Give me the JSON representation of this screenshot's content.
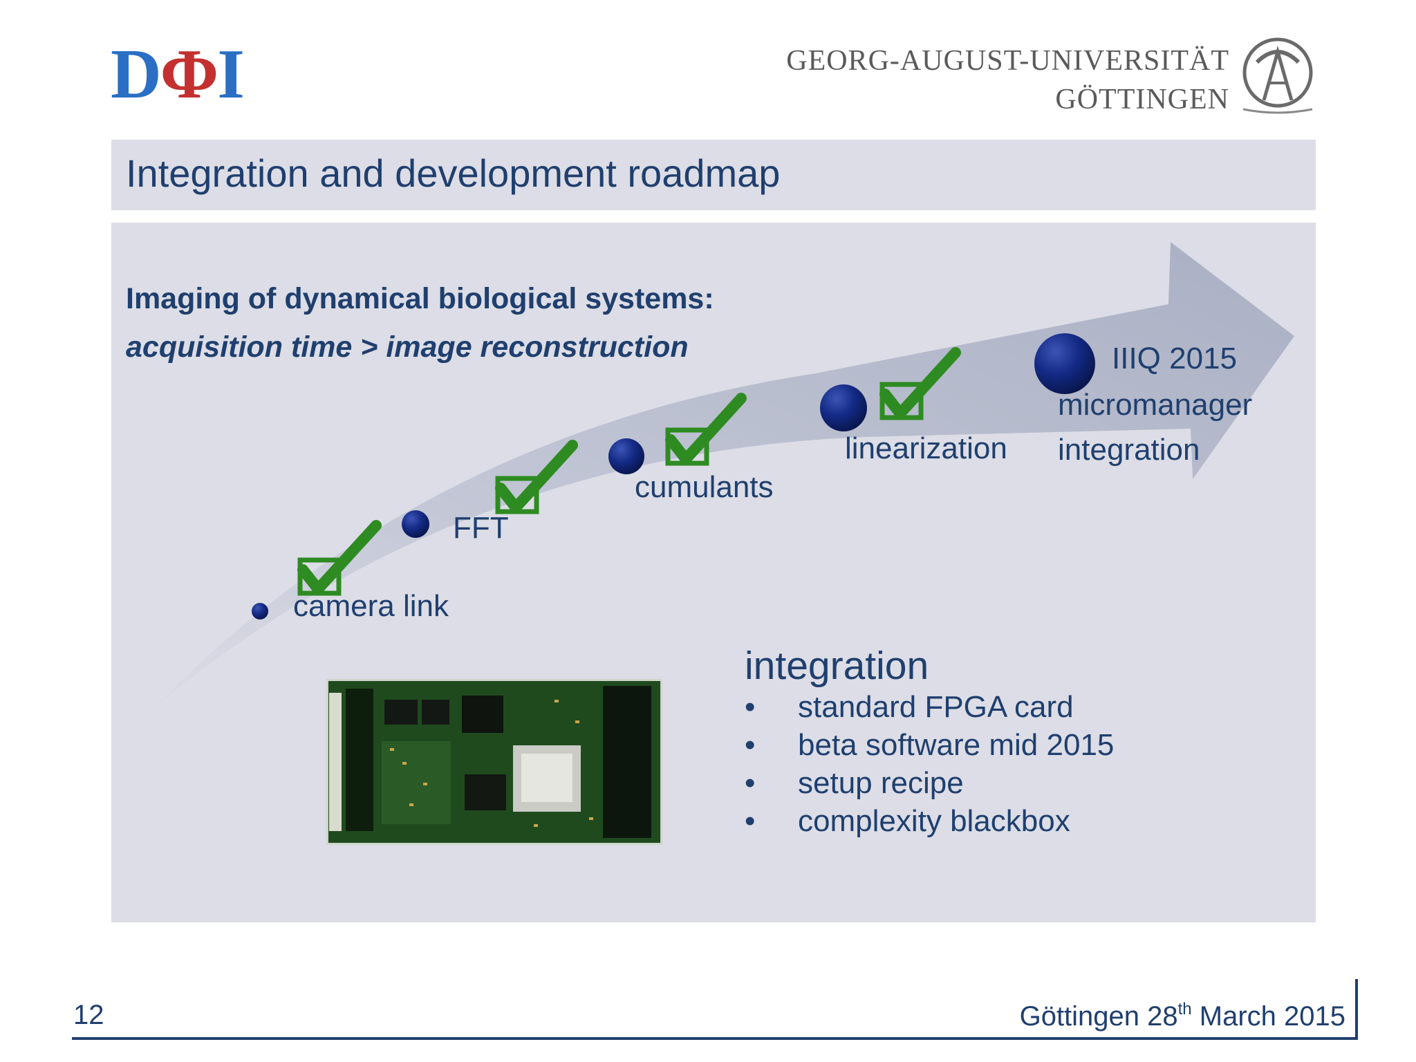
{
  "header": {
    "logo_text_left": "D",
    "logo_text_phi": "Φ",
    "logo_text_right": "I",
    "university_line1": "GEORG-AUGUST-UNIVERSITÄT",
    "university_line2": "GÖTTINGEN"
  },
  "title": "Integration and development roadmap",
  "subtitle": {
    "line1": "Imaging of dynamical biological systems:",
    "line2": "acquisition time > image reconstruction"
  },
  "roadmap": {
    "milestones": [
      {
        "label": "camera link",
        "done": true
      },
      {
        "label": "FFT",
        "done": true
      },
      {
        "label": "cumulants",
        "done": true
      },
      {
        "label": "linearization",
        "done": true
      },
      {
        "label_line1": "IIIQ 2015",
        "label_line2": "micromanager",
        "label_line3": "integration",
        "done": false
      }
    ]
  },
  "integration": {
    "heading": "integration",
    "bullet": "•",
    "items": [
      "standard FPGA card",
      "beta software mid 2015",
      "setup recipe",
      "complexity blackbox"
    ]
  },
  "footer": {
    "page_number": "12",
    "date_prefix": "Göttingen 28",
    "date_suffix_sup": "th",
    "date_rest": " March 2015"
  },
  "colors": {
    "text_navy": "#1f3f6e",
    "panel_gray": "#dcdde6",
    "check_green": "#2e8b22",
    "dot_navy": "#0d1f6b",
    "arrow_gray": "#b7bccc",
    "logo_blue": "#2a6fc4",
    "logo_red": "#c43030"
  }
}
